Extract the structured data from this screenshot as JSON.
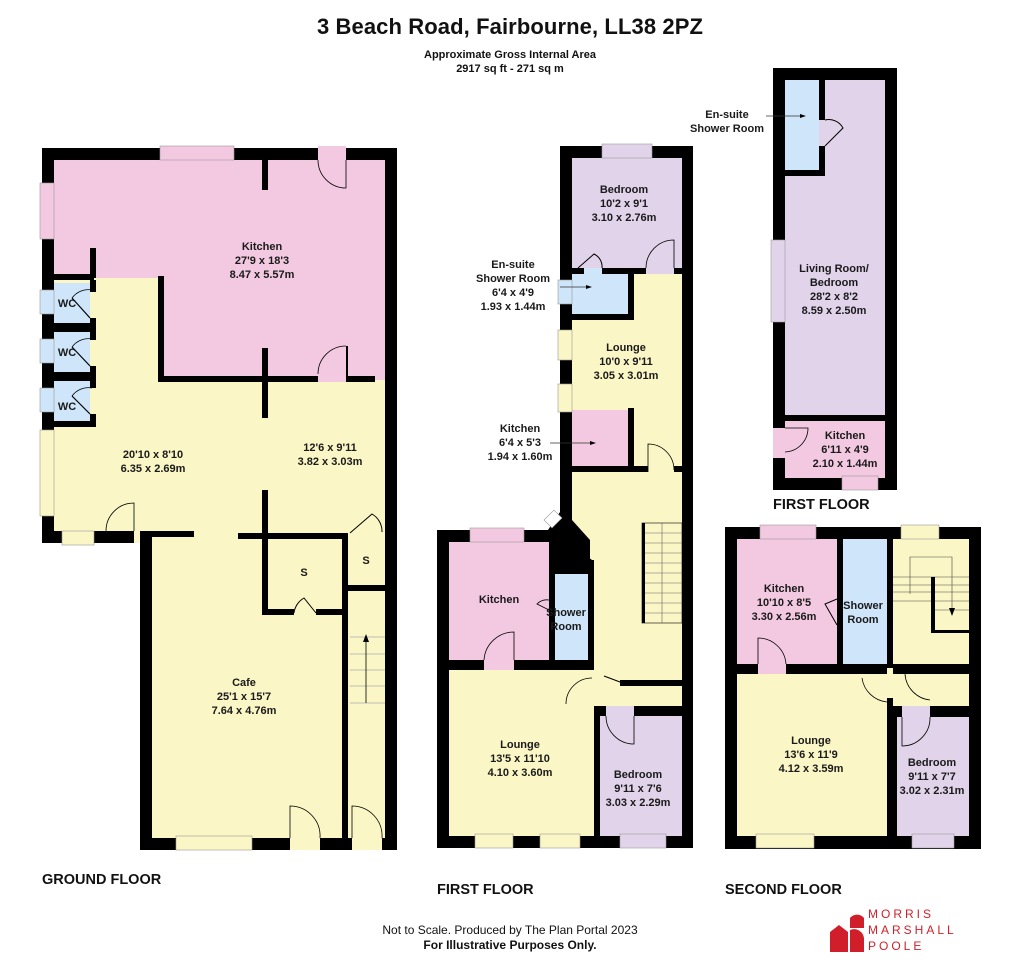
{
  "header": {
    "title": "3 Beach Road, Fairbourne, LL38 2PZ",
    "area_label": "Approximate Gross Internal Area",
    "area_value": "2917 sq ft - 271 sq m"
  },
  "colors": {
    "wall": "#000000",
    "hall_yellow": "#fbf6c6",
    "kitchen_pink": "#f2c9e0",
    "bedroom_lilac": "#e1d3ea",
    "bath_blue": "#cfe5fa",
    "brand_red": "#d01f2a"
  },
  "floors": {
    "ground": {
      "label": "GROUND FLOOR",
      "rooms": [
        {
          "name": "Kitchen",
          "imperial": "27'9 x 18'3",
          "metric": "8.47 x 5.57m"
        },
        {
          "name": "",
          "imperial": "20'10 x 8'10",
          "metric": "6.35 x 2.69m"
        },
        {
          "name": "",
          "imperial": "12'6 x 9'11",
          "metric": "3.82 x 3.03m"
        },
        {
          "name": "Cafe",
          "imperial": "25'1 x 15'7",
          "metric": "7.64 x 4.76m"
        },
        {
          "name": "WC"
        },
        {
          "name": "WC"
        },
        {
          "name": "WC"
        },
        {
          "name": "S"
        },
        {
          "name": "S"
        }
      ]
    },
    "first": {
      "label": "FIRST FLOOR",
      "rooms": [
        {
          "name": "Bedroom",
          "imperial": "10'2 x 9'1",
          "metric": "3.10 x 2.76m"
        },
        {
          "name": "En-suite Shower Room",
          "line1": "En-suite",
          "line2": "Shower Room",
          "imperial": "6'4 x 4'9",
          "metric": "1.93 x 1.44m"
        },
        {
          "name": "Lounge",
          "imperial": "10'0 x 9'11",
          "metric": "3.05 x 3.01m"
        },
        {
          "name": "Kitchen",
          "imperial": "6'4 x 5'3",
          "metric": "1.94 x 1.60m"
        },
        {
          "name": "Kitchen"
        },
        {
          "name": "Shower Room",
          "line1": "Shower",
          "line2": "Room"
        },
        {
          "name": "Lounge",
          "imperial": "13'5 x 11'10",
          "metric": "4.10 x 3.60m"
        },
        {
          "name": "Bedroom",
          "imperial": "9'11 x 7'6",
          "metric": "3.03 x 2.29m"
        }
      ]
    },
    "first_annex": {
      "label": "FIRST FLOOR",
      "rooms": [
        {
          "name": "En-suite Shower Room",
          "line1": "En-suite",
          "line2": "Shower Room"
        },
        {
          "name": "Living Room/ Bedroom",
          "line1": "Living Room/",
          "line2": "Bedroom",
          "imperial": "28'2 x 8'2",
          "metric": "8.59 x 2.50m"
        },
        {
          "name": "Kitchen",
          "imperial": "6'11 x 4'9",
          "metric": "2.10 x 1.44m"
        }
      ]
    },
    "second": {
      "label": "SECOND FLOOR",
      "rooms": [
        {
          "name": "Kitchen",
          "imperial": "10'10 x 8'5",
          "metric": "3.30 x 2.56m"
        },
        {
          "name": "Shower Room",
          "line1": "Shower",
          "line2": "Room"
        },
        {
          "name": "Lounge",
          "imperial": "13'6 x 11'9",
          "metric": "4.12 x 3.59m"
        },
        {
          "name": "Bedroom",
          "imperial": "9'11 x 7'7",
          "metric": "3.02 x 2.31m"
        }
      ]
    }
  },
  "footer": {
    "disclaimer": "Not to Scale. Produced by The Plan Portal 2023",
    "purpose": "For Illustrative Purposes Only."
  },
  "logo": {
    "line1": "MORRIS",
    "line2": "MARSHALL",
    "line3": "POOLE",
    "icon": "house-logo-icon"
  }
}
